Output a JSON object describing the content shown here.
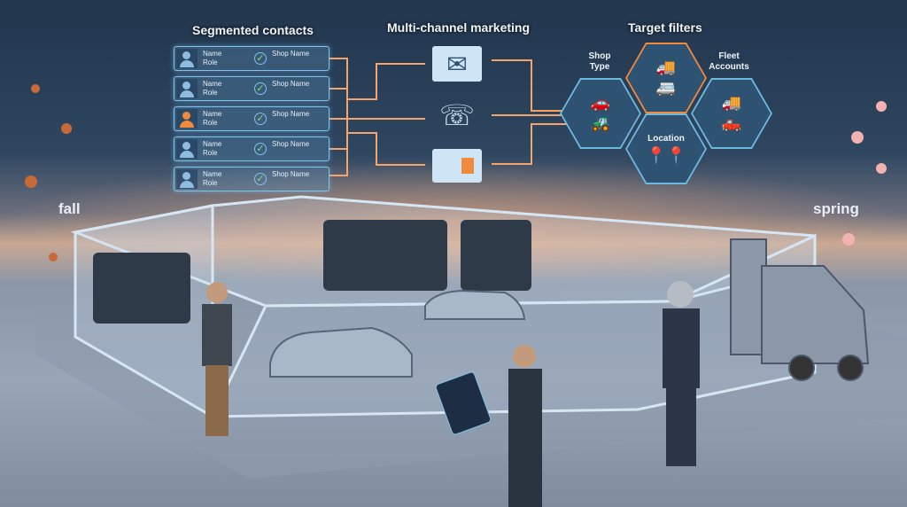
{
  "headings": {
    "contacts": "Segmented contacts",
    "marketing": "Multi-channel marketing",
    "filters": "Target filters"
  },
  "contacts": [
    {
      "name": "Name",
      "role": "Role",
      "shop": "Shop Name"
    },
    {
      "name": "Name",
      "role": "Role",
      "shop": "Shop Name"
    },
    {
      "name": "Name",
      "role": "Role",
      "shop": "Shop Name"
    },
    {
      "name": "Name",
      "role": "Role",
      "shop": "Shop Name"
    },
    {
      "name": "Name",
      "role": "Role",
      "shop": "Shop Name"
    }
  ],
  "channels": [
    {
      "icon": "email-icon"
    },
    {
      "icon": "phone-headset-icon"
    },
    {
      "icon": "mail-letter-icon"
    }
  ],
  "filters": {
    "shop_type": "Shop Type",
    "fleet": "Fleet Accounts",
    "location": "Location"
  },
  "seasons": {
    "left": "fall",
    "right": "spring"
  },
  "colors": {
    "accent": "#f08a3c",
    "glow": "#7fc4ea"
  }
}
